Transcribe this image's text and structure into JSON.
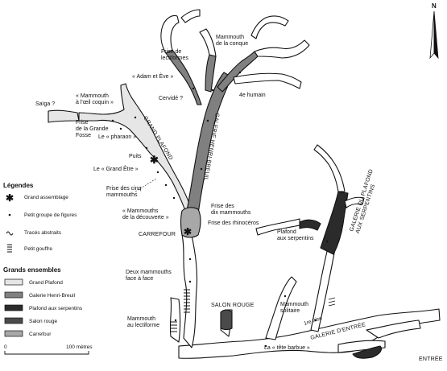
{
  "north": {
    "label": "N"
  },
  "legend": {
    "title": "Légendes",
    "items": [
      {
        "symbol": "asterisk",
        "label": "Grand assemblage"
      },
      {
        "symbol": "dot",
        "label": "Petit groupe de figures"
      },
      {
        "symbol": "squiggle",
        "label": "Tracés abstraits"
      },
      {
        "symbol": "pit",
        "label": "Petit gouffre"
      }
    ]
  },
  "ensembles": {
    "title": "Grands ensembles",
    "items": [
      {
        "label": "Grand Plafond",
        "color": "#e6e6e6"
      },
      {
        "label": "Galerie Henri-Breuil",
        "color": "#808080"
      },
      {
        "label": "Plafond aux serpentins",
        "color": "#2b2b2b"
      },
      {
        "label": "Salon rouge",
        "color": "#4a4a4a"
      },
      {
        "label": "Carrefour",
        "color": "#a8a8a8"
      }
    ]
  },
  "scale": {
    "start": "0",
    "end": "100 mètres"
  },
  "labels": {
    "mammouth_conque": "Mammouth\nde la conque",
    "frise_lectiformes": "Frise de\nlectiformes",
    "adam_eve": "« Adam et Ève »",
    "cervide": "Cervidé ?",
    "humain": "4e humain",
    "saiga": "Saïga ?",
    "mammouth_oeil": "« Mammouth\nà l'œil coquin »",
    "frise_grande_fosse": "Frise\nde la Grande\nFosse",
    "pharaon": "Le « pharaon »",
    "puits": "Puits",
    "grand_etre": "Le « Grand Être »",
    "frise_cinq": "Frise des cinq\nmammouths",
    "mammouths_decouverte": "« Mammouths\nde la découverte »",
    "carrefour": "CARREFOUR",
    "frise_dix": "Frise des\ndix mammouths",
    "frise_rhinoceros": "Frise des rhinocéros",
    "plafond_serpentins": "Plafond\naux serpentins",
    "deux_mammouths": "Deux mammouths\nface à face",
    "salon_rouge": "SALON ROUGE",
    "mammouth_solitaire": "Mammouth\nsolitaire",
    "mammouth_lectiforme": "Mammouth\nau lectiforme",
    "frise_1re": "1re frise",
    "tete_barbue": "La « tête barbue »",
    "galerie_entree": "GALERIE D'ENTRÉE",
    "entree": "ENTRÉE",
    "grand_plafond": "GRAND PLAFOND",
    "galerie_henri_breuil": "GALERIE HENRI-BREUIL",
    "galerie_plafond_serpentins": "GALERIE DU PLAFOND\nAUX SERPENTINS"
  }
}
